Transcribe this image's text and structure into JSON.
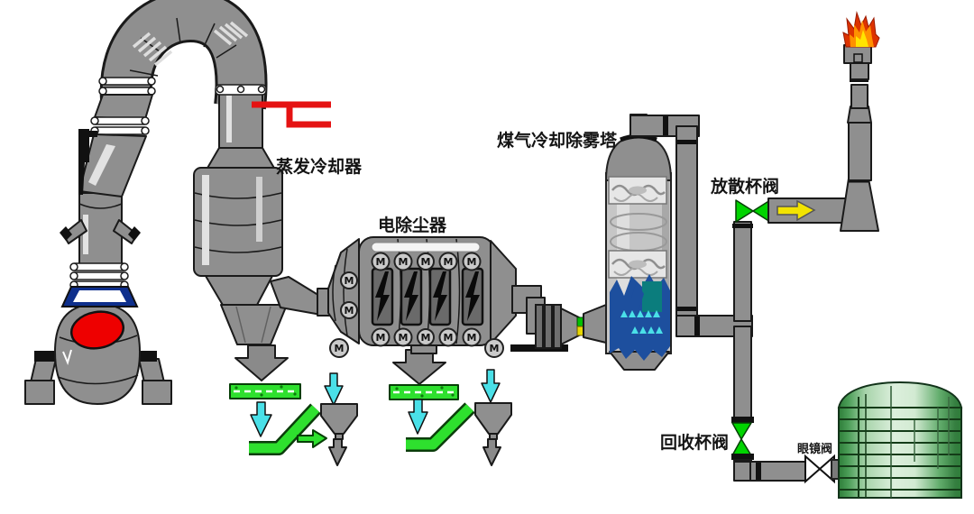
{
  "diagram": {
    "type": "process-flow",
    "labels": {
      "evaporative_cooler": "蒸发冷却器",
      "electrostatic_precipitator": "电除尘器",
      "gas_cooling_demister_tower": "煤气冷却除雾塔",
      "vent_cup_valve": "放散杯阀",
      "recovery_cup_valve": "回收杯阀",
      "goggle_valve": "眼镜阀",
      "motor_mark": "M"
    },
    "colors": {
      "equipment_gray": "#8f8f8f",
      "valve_green": "#00d400",
      "conveyor_green": "#2ee02e",
      "water_blue": "#1d4f9e",
      "splash_cyan": "#4ae0e8",
      "converter_mouth_red": "#ee0000",
      "water_line_red": "#e51212",
      "flow_arrow_yellow": "#f2e300",
      "gas_holder_green": "#4c9e58",
      "flame_orange": "#ff9100"
    }
  }
}
